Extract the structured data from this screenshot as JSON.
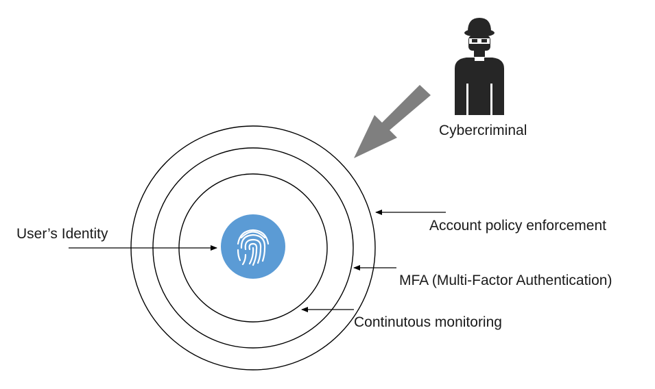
{
  "diagram": {
    "actor_label": "Cybercriminal",
    "center_label": "User’s Identity",
    "layers": [
      {
        "name": "outer",
        "label": "Account policy enforcement"
      },
      {
        "name": "middle",
        "label": "MFA (Multi-Factor Authentication)"
      },
      {
        "name": "inner",
        "label": "Continutous monitoring"
      }
    ]
  },
  "icons": {
    "actor": "hacker-icon",
    "center": "fingerprint-icon",
    "attack": "attack-arrow-icon"
  },
  "colors": {
    "ring_stroke": "#000000",
    "center_fill": "#5b9bd5",
    "center_icon": "#ffffff",
    "attack_arrow": "#7f7f7f",
    "actor": "#262626",
    "text": "#1a1a1a"
  }
}
